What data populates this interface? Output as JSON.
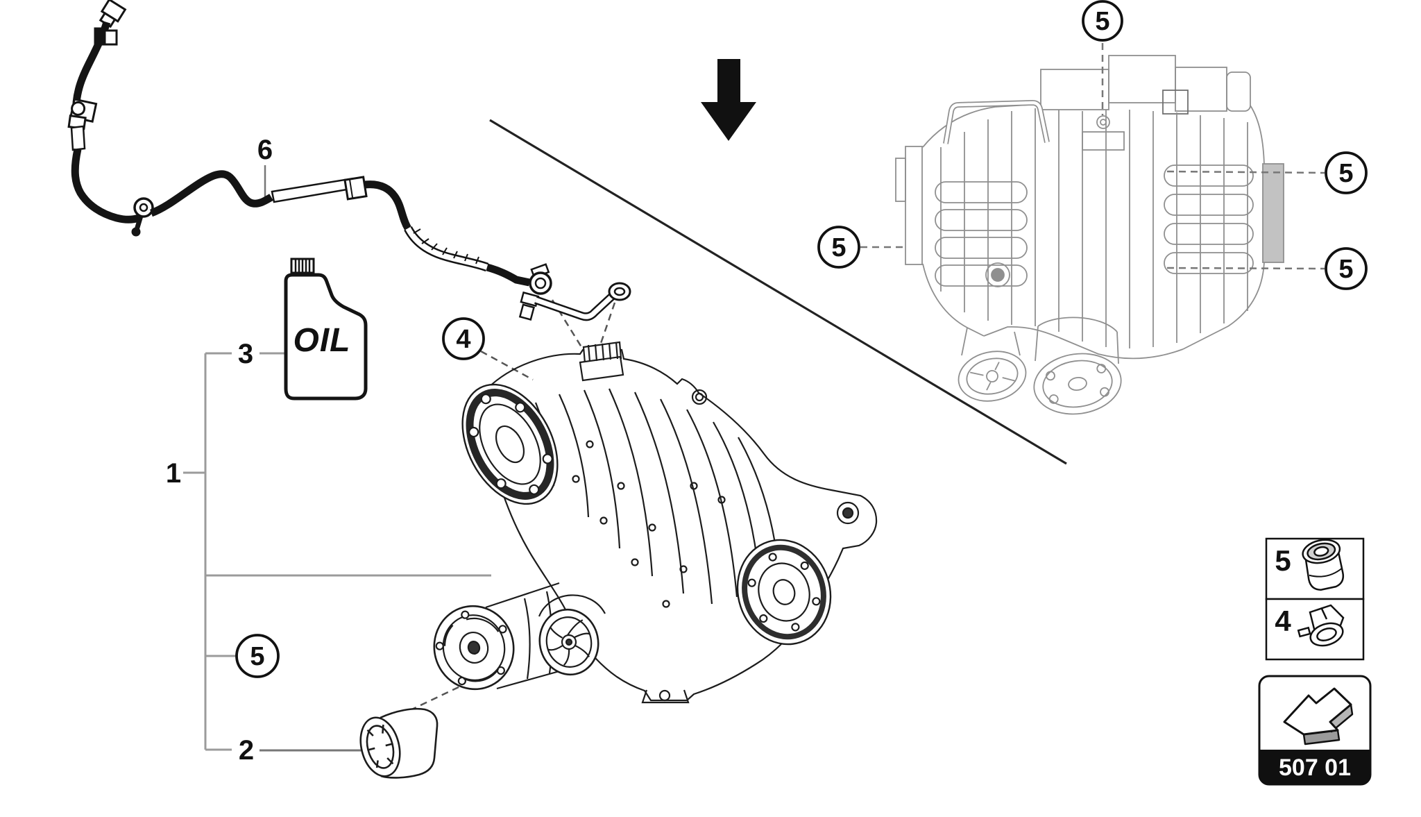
{
  "diagram": {
    "callouts": {
      "n1": "1",
      "n2": "2",
      "n3": "3",
      "n4": "4",
      "n6": "6",
      "bracket_circle": "5",
      "rear_view_top": "5",
      "rear_view_left": "5",
      "rear_view_right_upper": "5",
      "rear_view_right_lower": "5"
    },
    "oil_label": "OIL",
    "legend": {
      "row_plug_num": "5",
      "row_plug_icon": "drain-plug-icon",
      "row_breather_num": "4",
      "row_breather_icon": "breather-valve-icon",
      "page_code": "507 01",
      "nav_icon": "corner-arrow-icon"
    },
    "colors": {
      "ink": "#141414",
      "ghost": "#8f8f8f",
      "leader_gray": "#9b9b9b",
      "badge_bg": "#101010",
      "badge_text": "#ffffff",
      "icon_side_gray": "#9a9a9a"
    }
  }
}
